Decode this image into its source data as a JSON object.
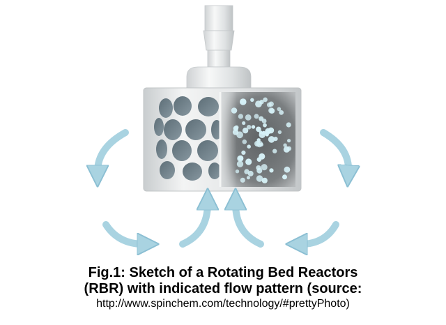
{
  "diagram": {
    "name": "Rotating Bed Reactor sketch",
    "icons": [
      "shaft",
      "rotating-bed",
      "perforated-cylinder",
      "catalyst-beads",
      "flow-arrow"
    ],
    "colors": {
      "arrow": "#a9d3e1",
      "arrow_edge": "#8bbfd3",
      "hole": "#6f828c",
      "bead": "#d6f1f7",
      "bed_bg": "#55585a",
      "body": "#e9ebec"
    }
  },
  "caption": {
    "line1": "Fig.1: Sketch of a Rotating Bed Reactors",
    "line2": "(RBR) with indicated flow pattern (source:",
    "line3": "http://www.spinchem.com/technology/#prettyPhoto)"
  }
}
